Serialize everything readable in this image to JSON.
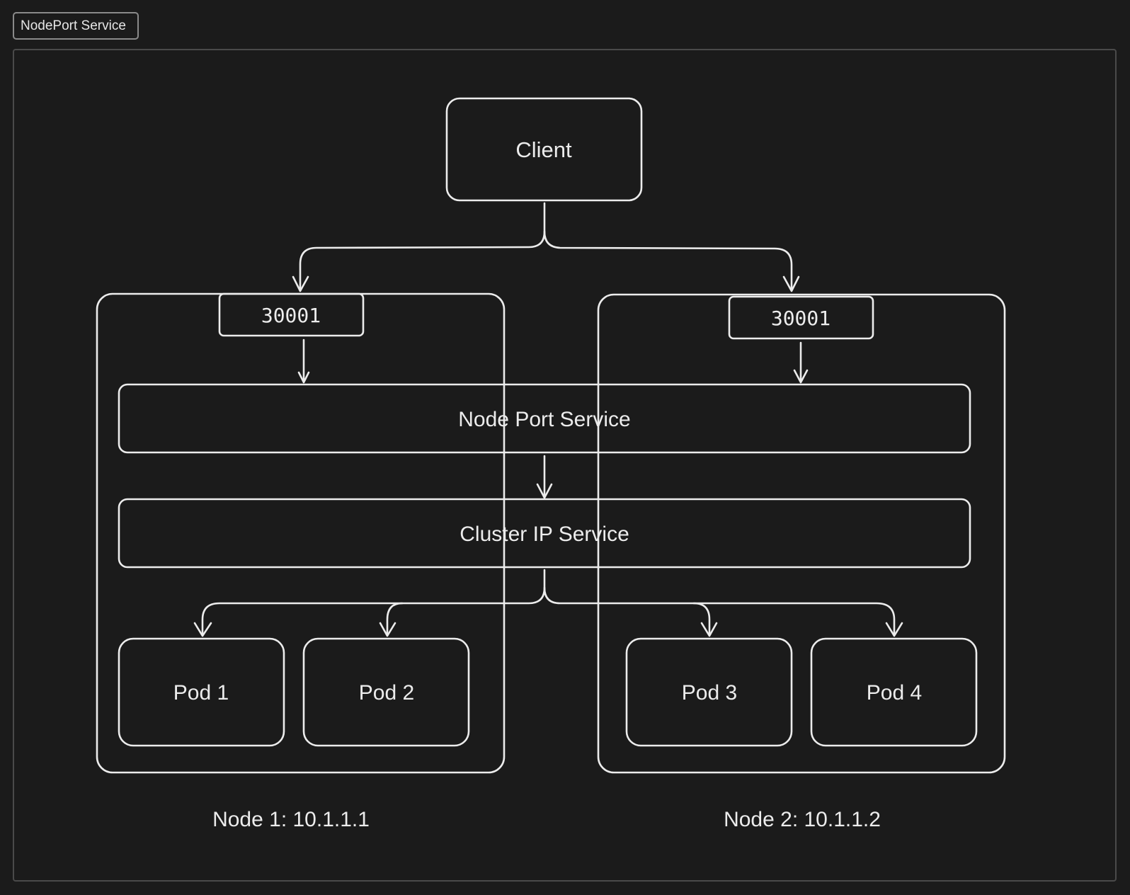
{
  "frame": {
    "title": "NodePort Service"
  },
  "diagram": {
    "client": "Client",
    "node1": {
      "port": "30001",
      "label": "Node 1: 10.1.1.1"
    },
    "node2": {
      "port": "30001",
      "label": "Node 2: 10.1.1.2"
    },
    "node_port_service": "Node Port Service",
    "cluster_ip_service": "Cluster IP Service",
    "pods": [
      "Pod 1",
      "Pod 2",
      "Pod 3",
      "Pod 4"
    ]
  },
  "colors": {
    "background": "#1b1b1b",
    "stroke": "#ececec",
    "frame_border": "#4a4a4a"
  }
}
